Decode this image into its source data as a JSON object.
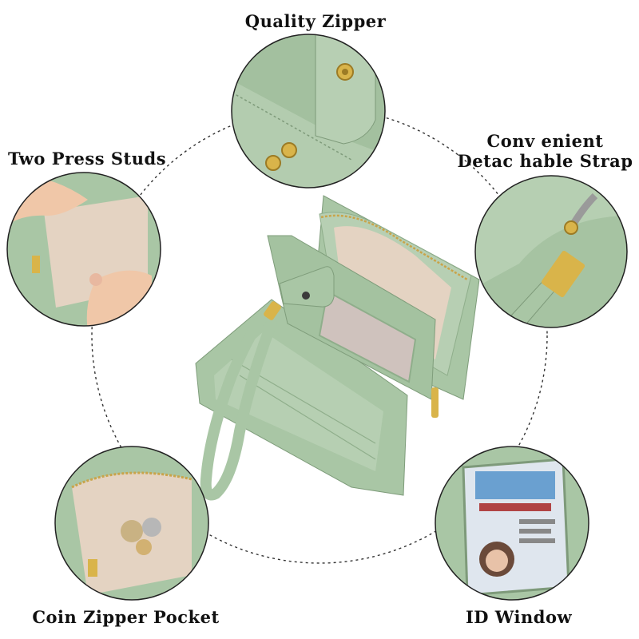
{
  "labels": {
    "quality_zipper": "Quality Zipper",
    "two_press_studs": "Two Press Studs",
    "strap_line1": "Conv enient",
    "strap_line2": "Detac hable Strap",
    "coin_zipper_pocket": "Coin Zipper Pocket",
    "id_window": "ID Window"
  },
  "colors": {
    "background": "#ffffff",
    "leather_green": "#a9c6a5",
    "leather_green_dark": "#8fae8b",
    "lining_beige": "#e4d3c2",
    "gold_hardware": "#d9b44a",
    "dashed_circle": "#333333",
    "label_text": "#111111"
  }
}
